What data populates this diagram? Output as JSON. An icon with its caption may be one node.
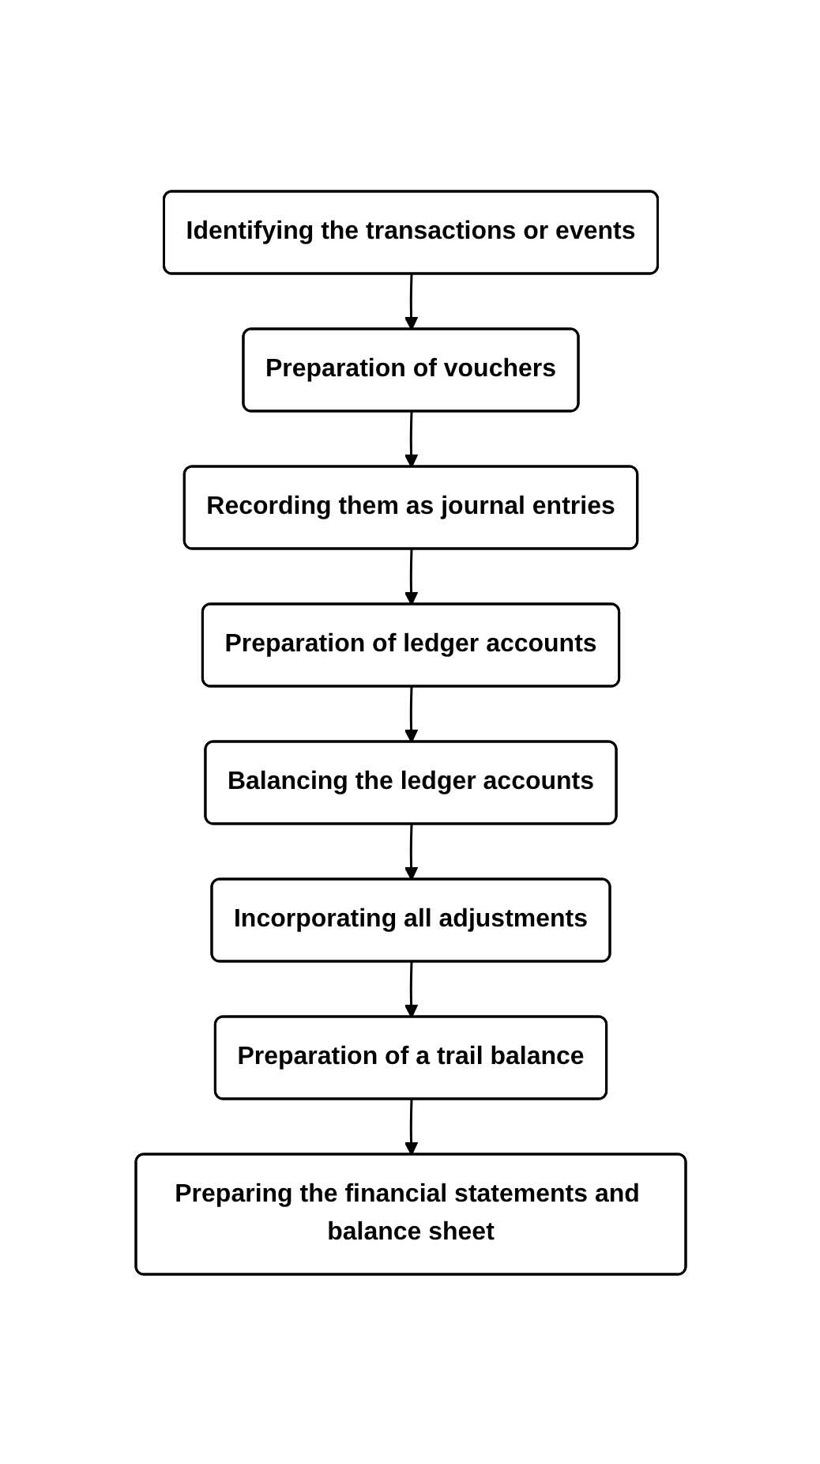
{
  "diagram": {
    "nodes": [
      {
        "text": [
          "Identifying the transactions or events"
        ]
      },
      {
        "text": [
          "Preparation of vouchers"
        ]
      },
      {
        "text": [
          "Recording them as journal entries"
        ]
      },
      {
        "text": [
          "Preparation of ledger accounts"
        ]
      },
      {
        "text": [
          "Balancing the ledger accounts"
        ]
      },
      {
        "text": [
          "Incorporating all adjustments"
        ]
      },
      {
        "text": [
          "Preparation of a trail balance"
        ]
      },
      {
        "text": [
          "Preparing the financial statements and balance sheet"
        ]
      }
    ],
    "edges": [
      {
        "from": 0,
        "to": 1,
        "arrow": "to"
      },
      {
        "from": 1,
        "to": 2,
        "arrow": "to"
      },
      {
        "from": 2,
        "to": 3,
        "arrow": "to"
      },
      {
        "from": 3,
        "to": 4,
        "arrow": "to"
      },
      {
        "from": 4,
        "to": 5,
        "arrow": "to"
      },
      {
        "from": 5,
        "to": 6,
        "arrow": "to"
      },
      {
        "from": 6,
        "to": 7,
        "arrow": "to"
      }
    ]
  }
}
